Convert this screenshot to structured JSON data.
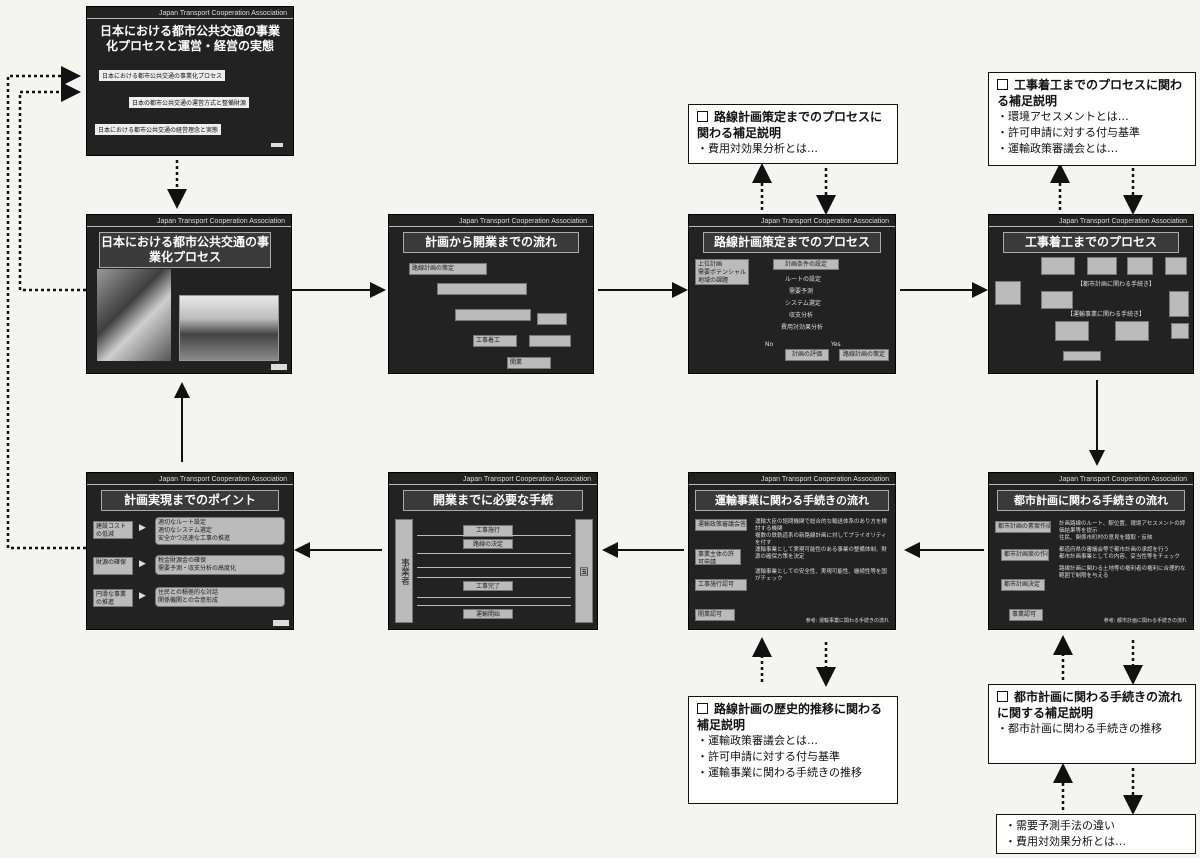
{
  "header_text": "Japan Transport Cooperation Association",
  "slides": {
    "s1": {
      "title": "日本における都市公共交通の事業化プロセスと運営・経営の実態",
      "items": [
        "日本における都市公共交通の事業化プロセス",
        "日本の都市公共交通の運営方式と整備財源",
        "日本における都市公共交通の経営理念と実態"
      ]
    },
    "s2": {
      "title": "日本における都市公共交通の事業化プロセス"
    },
    "s3": {
      "title": "計画から開業までの流れ",
      "steps": [
        "路線計画の策定",
        "工事着工",
        "開業"
      ]
    },
    "s4": {
      "title": "路線計画策定までのプロセス",
      "left": [
        "上位計画",
        "需要ポテンシャル",
        "地域の課題"
      ],
      "steps": [
        "計画条件の設定",
        "ルートの設定",
        "需要予測",
        "システム選定",
        "収支分析",
        "費用対効果分析"
      ],
      "no": "No",
      "yes": "Yes",
      "decision": "計画の評価",
      "result": "路線計画の策定"
    },
    "s5": {
      "title": "工事着工までのプロセス",
      "label1": "【都市計画に関わる手続き】",
      "label2": "【運輸事業に関わる手続き】"
    },
    "s6": {
      "title": "都市計画に関わる手続きの流れ",
      "steps": [
        "都市計画の素案作成",
        "都市計画案の作成",
        "都市計画決定",
        "事業認可"
      ],
      "bullets": [
        "計画路線のルート、駅位置、環境アセスメントの評価結果等を提示",
        "住民、関係市町村の意見を聴取・反映",
        "都道府県の審議会等で都市計画の承認を行う",
        "都市計画事業としての内容、妥当性等をチェック",
        "路線計画に関わる土地等の権利者の権利に合理的な範囲で制限を与える"
      ],
      "note": "参考: 都市計画に関わる手続きの流れ"
    },
    "s7": {
      "title": "運輸事業に関わる手続きの流れ",
      "steps": [
        "運輸政策審議会答申",
        "事業主体の許可申請",
        "工事施行認可",
        "開業認可"
      ],
      "bullets": [
        "運輸大臣の諮問機関で総合的な輸送体系のあり方を検討する機関",
        "複数の鉄軌道系の新路線計画に対してプライオリティを付す",
        "運輸事業として実現可能性のある事業の整備体制、財源の確保方策を決定",
        "運輸事業としての安全性、実現可能性、継続性等を国がチェック"
      ],
      "note": "参考: 運輸事業に関わる手続きの流れ"
    },
    "s8": {
      "title": "開業までに必要な手続",
      "left": "事業者",
      "right": "国",
      "mid": [
        "工事施行",
        "路線の決定",
        "工事完了",
        "運輸開始"
      ]
    },
    "s9": {
      "title": "計画実現までのポイント",
      "rows": [
        {
          "left": "建設コストの低減",
          "right": [
            "適切なルート設定",
            "適切なシステム選定",
            "安全かつ迅速な工事の推進"
          ]
        },
        {
          "left": "財源の確保",
          "right": [
            "税金財源金の確保",
            "需要予測・収支分析の高度化"
          ]
        },
        {
          "left": "円滑な事業の推進",
          "right": [
            "住民との積極的な対話",
            "関係機関との合意形成"
          ]
        }
      ]
    }
  },
  "notes": {
    "n1": {
      "title": "路線計画策定までのプロセスに関わる補足説明",
      "items": [
        "・費用対効果分析とは…"
      ]
    },
    "n2": {
      "title": "工事着工までのプロセスに関わる補足説明",
      "items": [
        "・環境アセスメントとは…",
        "・許可申請に対する付与基準",
        "・運輸政策審議会とは…"
      ]
    },
    "n3": {
      "title": "路線計画の歴史的推移に関わる補足説明",
      "items": [
        "・運輸政策審議会とは…",
        "・許可申請に対する付与基準",
        "・運輸事業に関わる手続きの推移"
      ]
    },
    "n4": {
      "title": "都市計画に関わる手続きの流れに関する補足説明",
      "items": [
        "・都市計画に関わる手続きの推移"
      ]
    },
    "n5": {
      "items": [
        "・需要予測手法の違い",
        "・費用対効果分析とは…"
      ]
    }
  }
}
